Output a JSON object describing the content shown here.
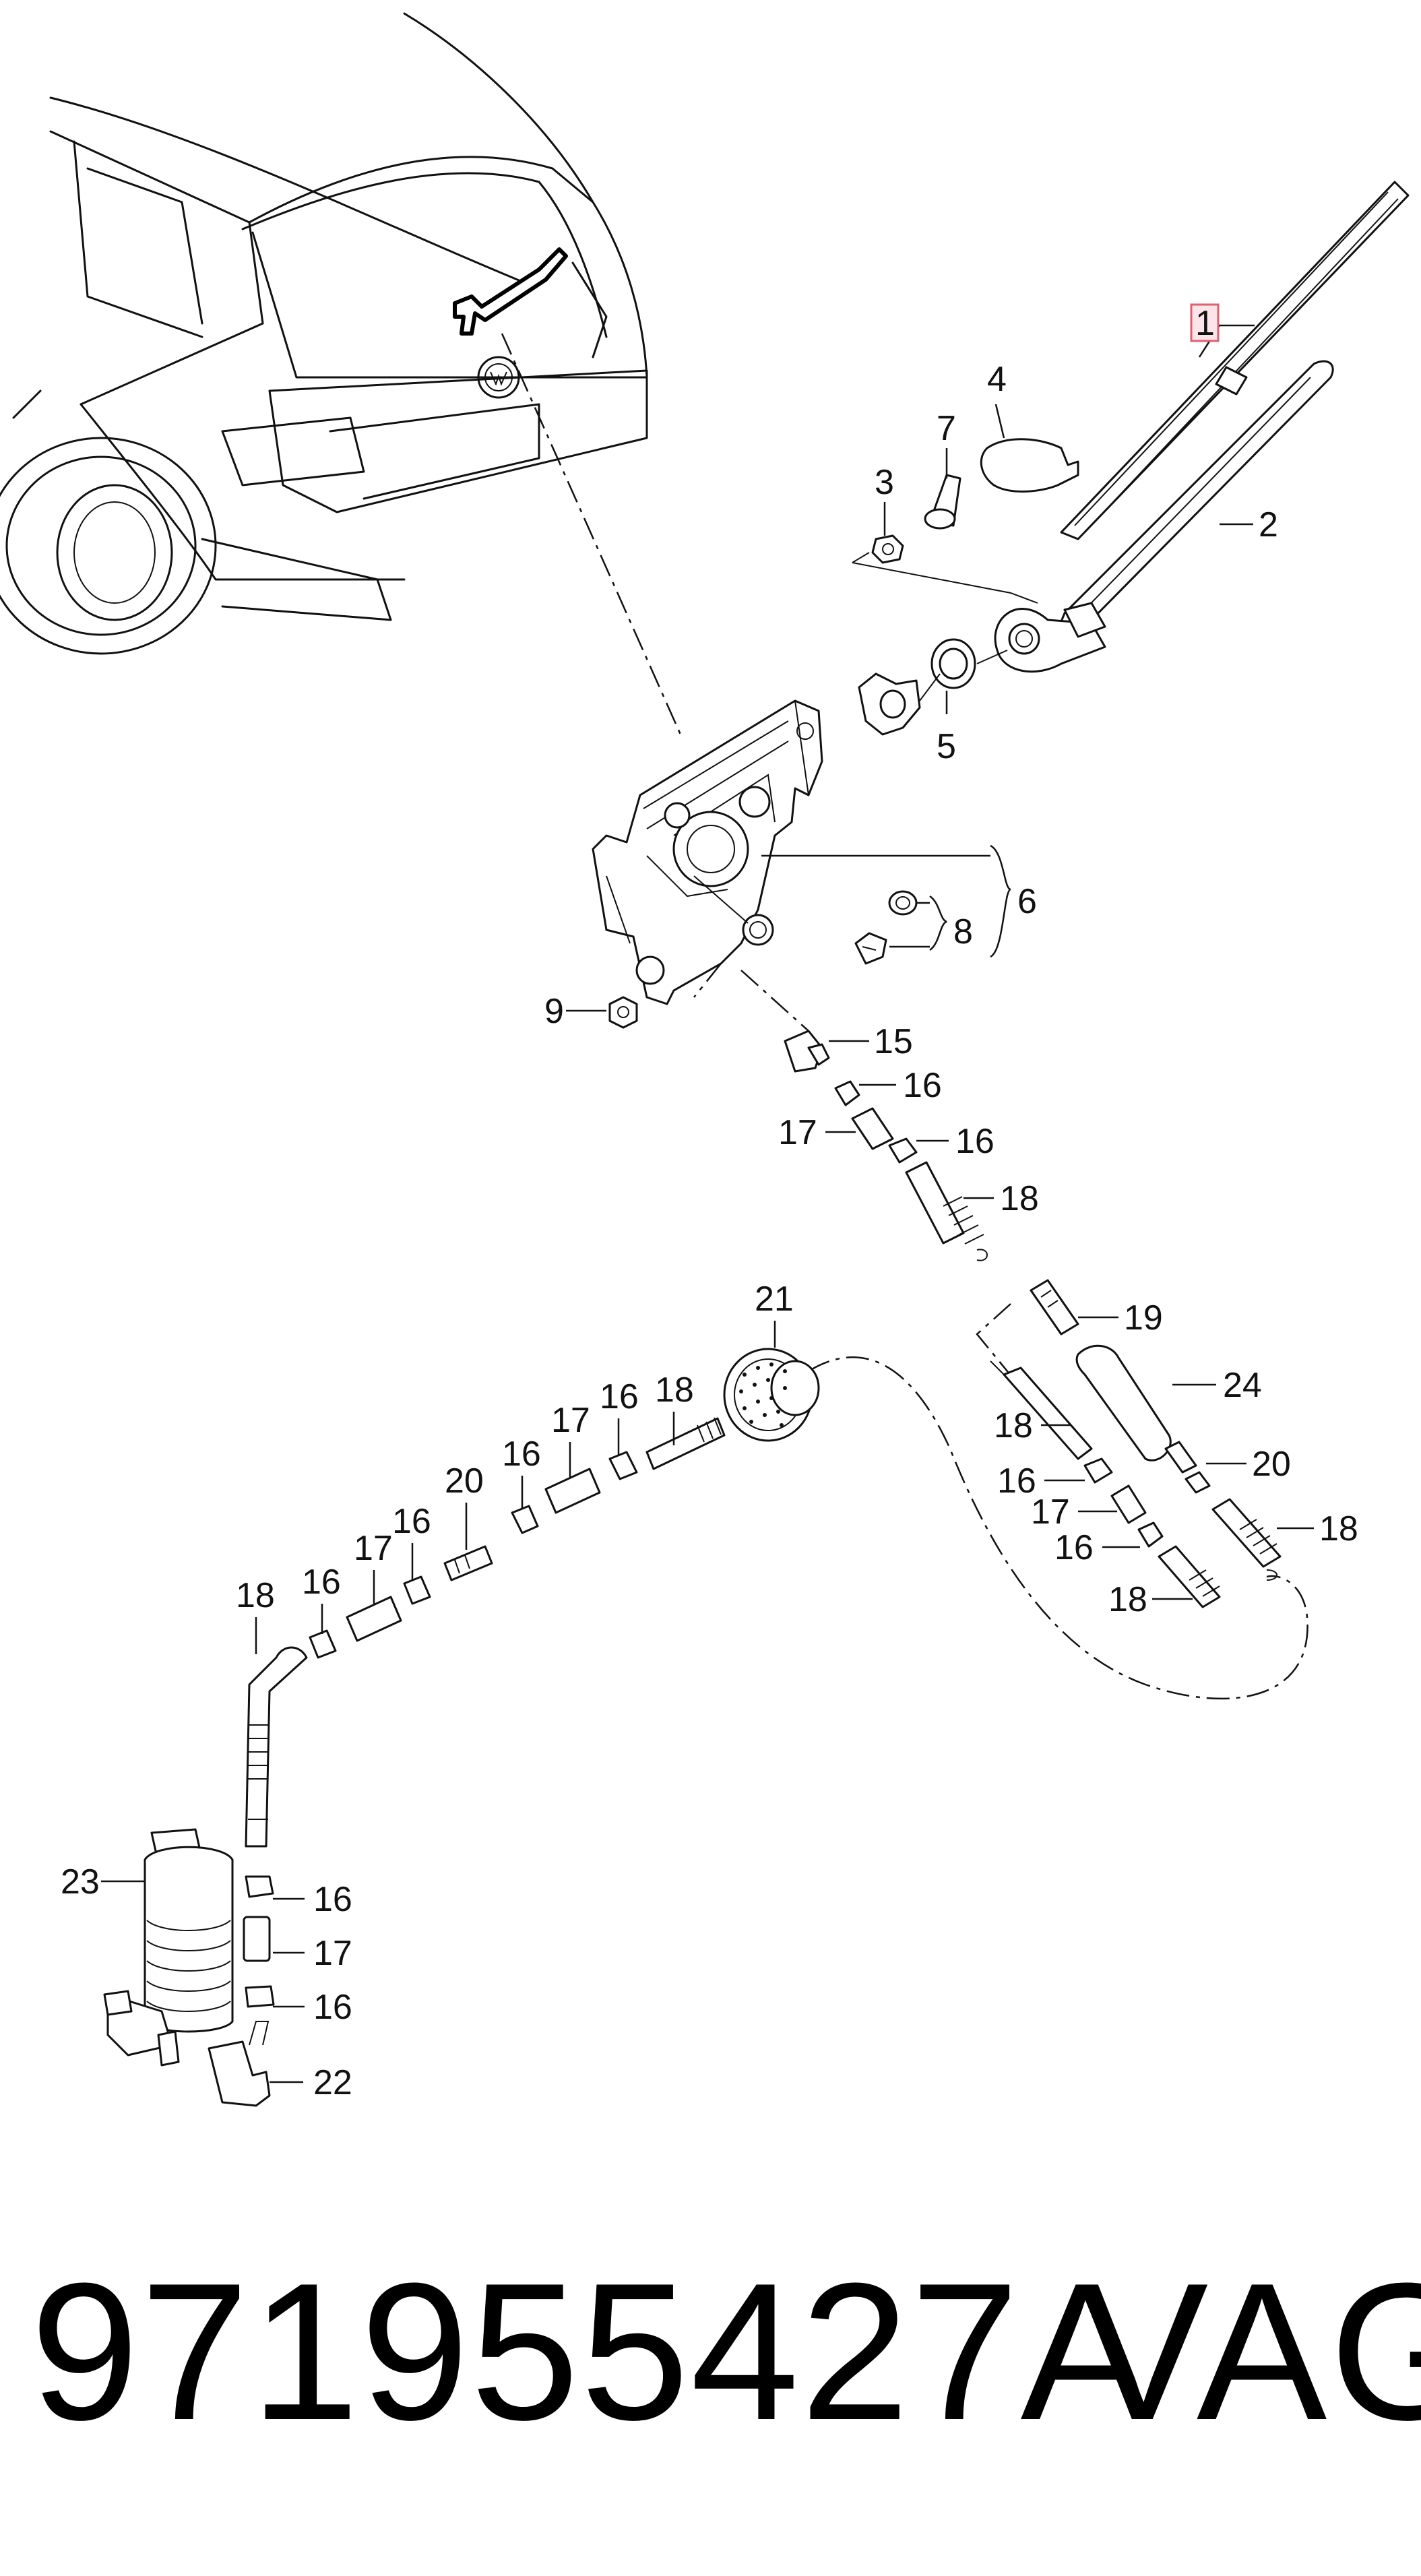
{
  "part_number": "971955427A",
  "brand": "VAG",
  "highlighted_callout": "1",
  "colors": {
    "highlight_stroke": "#e06070",
    "highlight_fill": "#fde4e8",
    "line": "#111111"
  },
  "callouts": {
    "c1": "1",
    "c2": "2",
    "c3": "3",
    "c4": "4",
    "c5": "5",
    "c6": "6",
    "c7": "7",
    "c8": "8",
    "c9": "9",
    "c15": "15",
    "c16a": "16",
    "c17a": "17",
    "c16b": "16",
    "c18a": "18",
    "c19": "19",
    "c21": "21",
    "c24": "24",
    "c18b": "18",
    "c20a": "20",
    "c16c": "16",
    "c17b": "17",
    "c16d": "16",
    "c18c": "18",
    "c18d": "18",
    "c18e": "18",
    "c16e": "16",
    "c17c": "17",
    "c16f": "16",
    "c20b": "20",
    "c16g": "16",
    "c17d": "17",
    "c16h": "16",
    "c18f": "18",
    "c23": "23",
    "c16i": "16",
    "c17e": "17",
    "c16j": "16",
    "c22": "22"
  }
}
